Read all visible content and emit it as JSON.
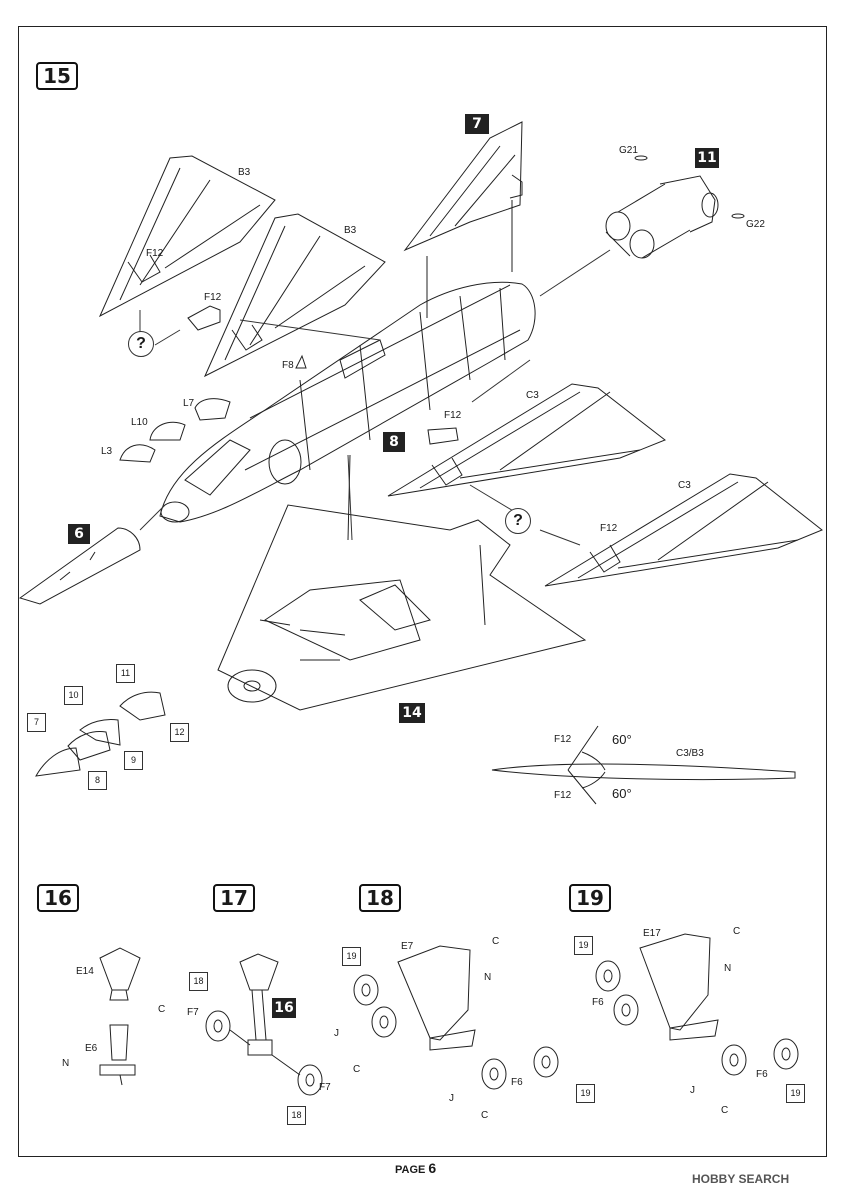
{
  "steps": {
    "s15": "15",
    "s16": "16",
    "s17": "17",
    "s18": "18",
    "s19": "19"
  },
  "subassy": {
    "a7": "7",
    "a11": "11",
    "a8": "8",
    "a6": "6",
    "a14": "14",
    "a16": "16"
  },
  "parts": {
    "B3a": "B3",
    "B3b": "B3",
    "F12a": "F12",
    "F12b": "F12",
    "F12c": "F12",
    "F12d": "F12",
    "F8": "F8",
    "L7": "L7",
    "L10": "L10",
    "L3": "L3",
    "C3a": "C3",
    "C3b": "C3",
    "G21": "G21",
    "G22": "G22"
  },
  "decals15": {
    "d11": "11",
    "d10": "10",
    "d12": "12",
    "d7": "7",
    "d9": "9",
    "d8": "8"
  },
  "question": "?",
  "angle_diagram": {
    "f12_top": "F12",
    "f12_bottom": "F12",
    "angle_top": "60°",
    "angle_bottom": "60°",
    "wing": "C3/B3"
  },
  "step16": {
    "e14": "E14",
    "c": "C",
    "e6": "E6",
    "n": "N"
  },
  "step17": {
    "d18a": "18",
    "f7a": "F7",
    "j": "J",
    "c": "C",
    "f7b": "F7",
    "d18b": "18"
  },
  "step18": {
    "d19a": "19",
    "e7": "E7",
    "c": "C",
    "n": "N",
    "f6": "F6",
    "j": "J",
    "c2": "C",
    "d19b": "19"
  },
  "step19": {
    "d19a": "19",
    "e17": "E17",
    "c": "C",
    "n": "N",
    "f6a": "F6",
    "j": "J",
    "c2": "C",
    "f6b": "F6",
    "d19b": "19"
  },
  "footer": {
    "label": "PAGE",
    "page": "6"
  },
  "watermark": "HOBBY SEARCH"
}
